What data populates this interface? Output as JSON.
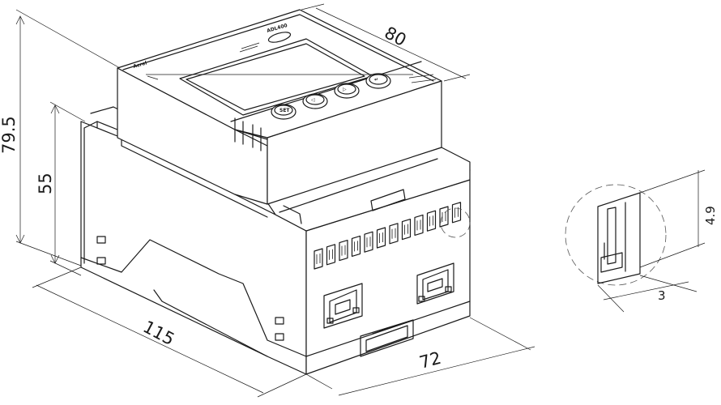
{
  "dimensions": {
    "overall_height": "79.5",
    "body_height": "55",
    "depth": "80",
    "length": "115",
    "width": "72",
    "terminal_slot_height": "4.9",
    "terminal_slot_width": "3"
  },
  "labels": {
    "brand_mark": "Acrel",
    "model_mark": "ADL400",
    "button_glyphs": [
      "SET",
      "◁",
      "▷",
      "↵"
    ]
  }
}
